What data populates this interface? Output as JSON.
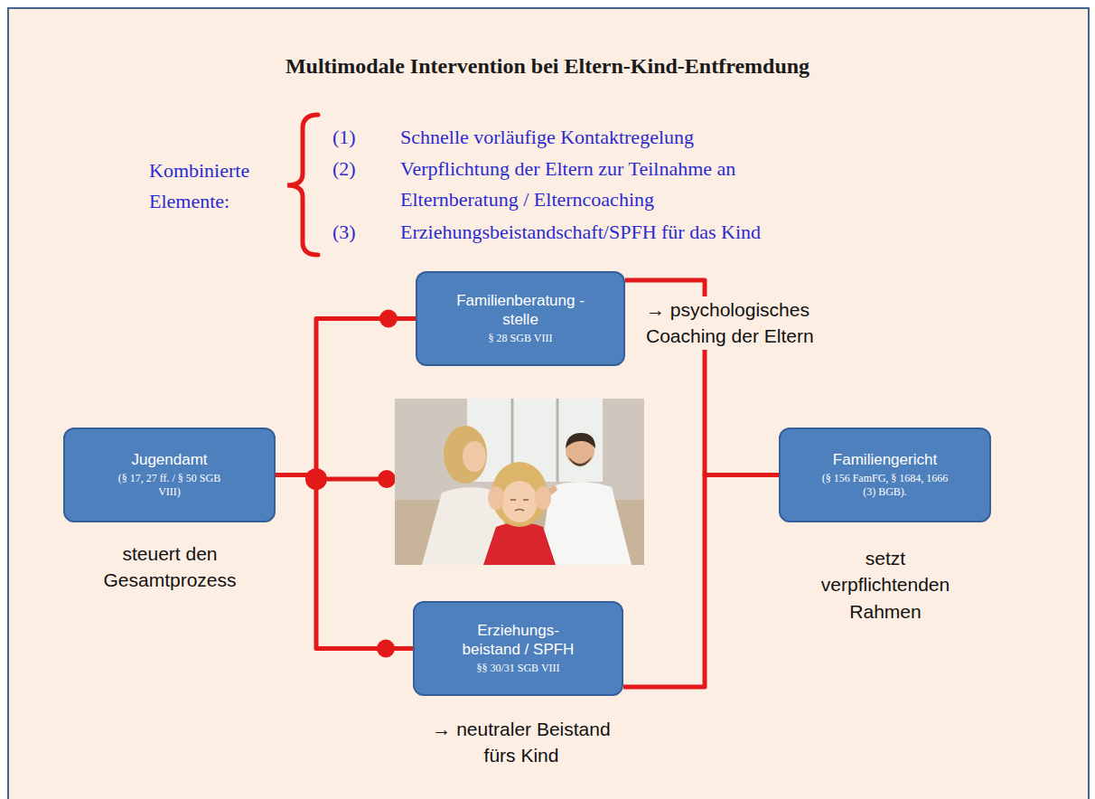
{
  "diagram": {
    "title": "Multimodale Intervention bei Eltern-Kind-Entfremdung",
    "nodes": [
      {
        "text": [
          "Jugendamt",
          "(§ 17, 27 ff. / § 50 SGB VIII)"
        ]
      },
      {
        "text": [
          "Familienberatung -stelle",
          "§ 28 SGB VIII"
        ]
      },
      {
        "text": [
          "Erziehungs- beistand / SPFH",
          "§§ 30/31 SGB VIII"
        ]
      },
      {
        "text": [
          "Familiengericht",
          "(§ 156 FamFG, § 1684, 1666 (3) BGB)."
        ]
      }
    ],
    "edges": [
      {
        "from": 0,
        "to": 1,
        "arrow": "none"
      },
      {
        "from": 0,
        "to": 2,
        "arrow": "none"
      },
      {
        "from": 1,
        "to": 3,
        "arrow": "none"
      },
      {
        "from": 2,
        "to": 3,
        "arrow": "none"
      }
    ],
    "labels": [
      "Kombinierte Elemente:",
      "(1)",
      "Schnelle vorläufige Kontaktregelung",
      "(2)",
      "Verpflichtung der Eltern zur Teilnahme an Elternberatung / Elterncoaching",
      "(3)",
      "Erziehungsbeistandschaft/SPFH für das Kind",
      "→ psychologisches Coaching der Eltern",
      "steuert den Gesamtprozess",
      "→ neutraler Beistand fürs Kind",
      "setzt verpflichtenden Rahmen"
    ]
  }
}
